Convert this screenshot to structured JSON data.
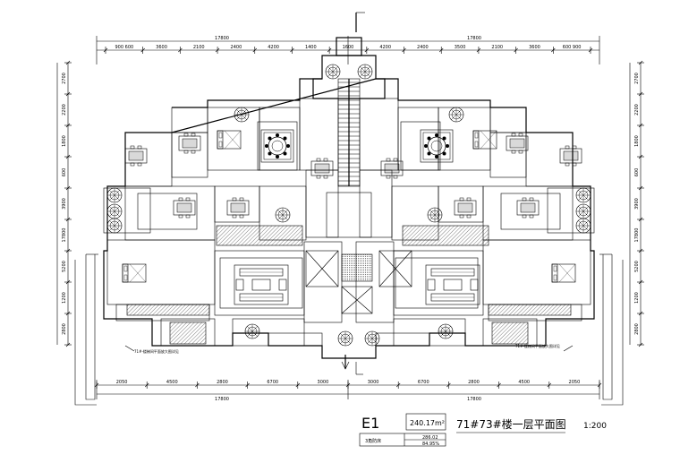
{
  "drawing": {
    "title": "71#73#楼一层平面图",
    "scale": "1:200",
    "unit_type": "E1",
    "area": "240.17m²",
    "table_label": "3角防床",
    "table_values": [
      "286.02",
      "84.95%"
    ]
  },
  "dims": {
    "top_total_left": "17800",
    "top_total_right": "17800",
    "top_segments": [
      "900 600",
      "3600",
      "2100",
      "2400",
      "4200",
      "1400",
      "1600",
      "4200",
      "2400",
      "3500",
      "2100",
      "3600",
      "600 900"
    ],
    "bottom_total_left": "17800",
    "bottom_total_right": "17800",
    "bottom_segments": [
      "2050",
      "4500",
      "2800",
      "6700",
      "3000",
      "3000",
      "6700",
      "2800",
      "4500",
      "2050"
    ],
    "left_side": [
      "2700",
      "2200",
      "1800",
      "600",
      "3900",
      "17800",
      "5200",
      "1200",
      "2800"
    ],
    "right_side": [
      "2700",
      "2200",
      "1800",
      "600",
      "3900",
      "17800",
      "5200",
      "1200",
      "2800"
    ]
  },
  "annotations": {
    "note_left": "71#-楼梯间平面放大图详见",
    "note_right": "71#-楼梯间平面放大图详见"
  }
}
